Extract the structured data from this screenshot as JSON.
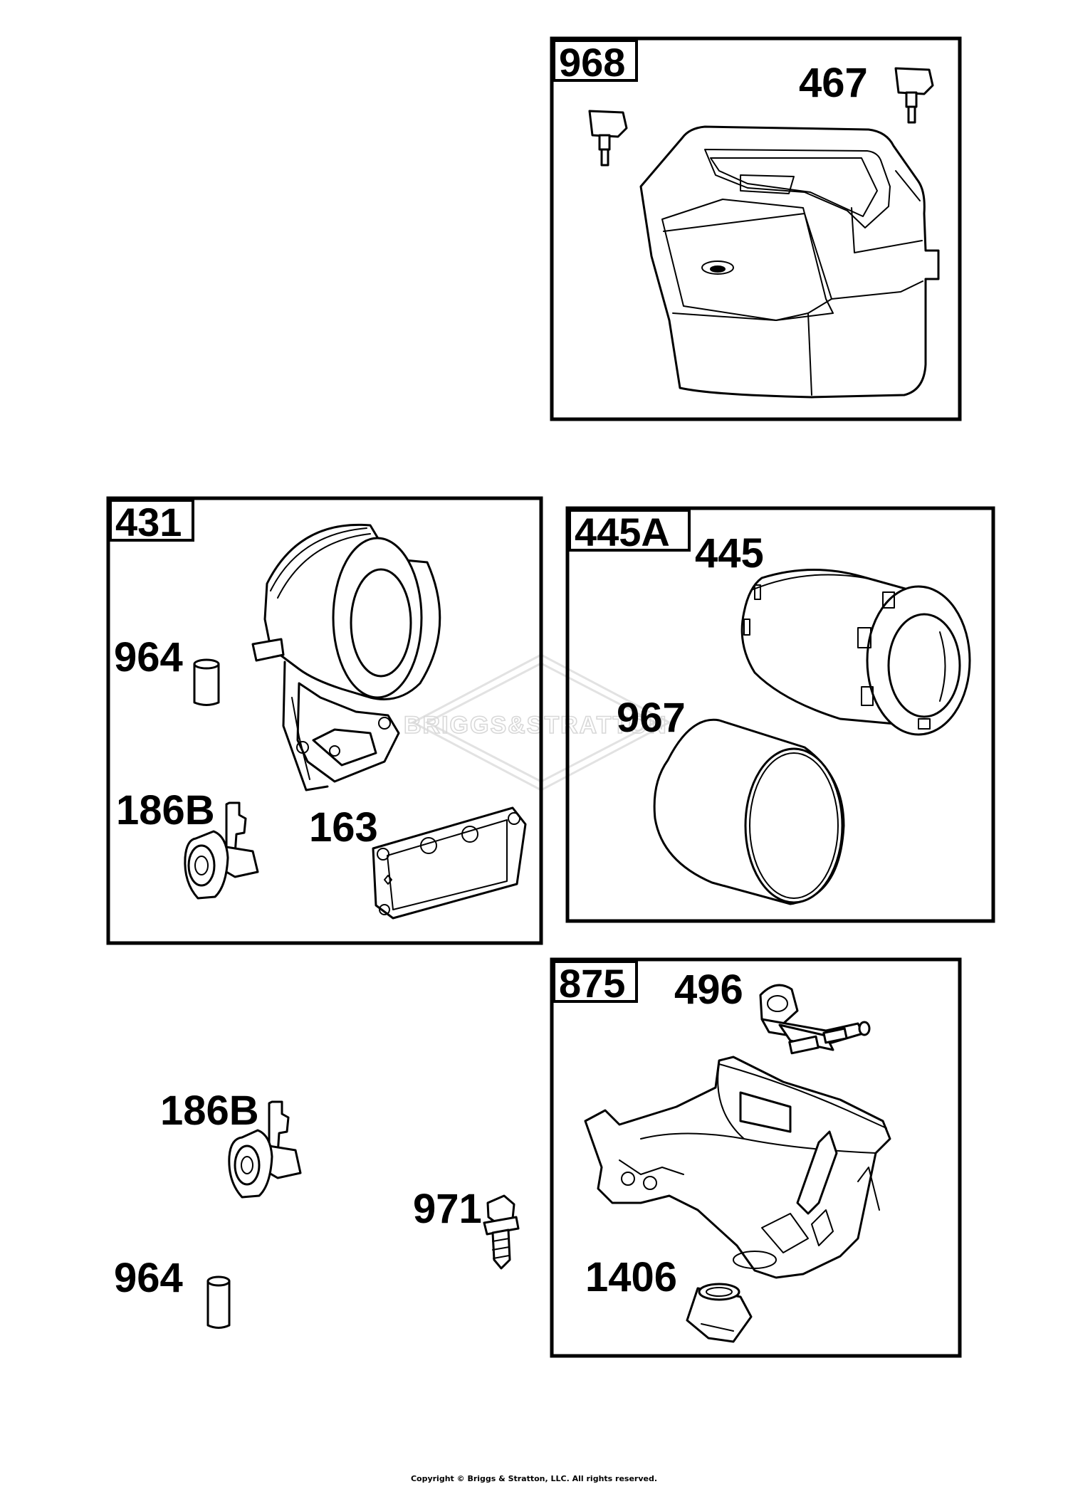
{
  "groups": {
    "g968": "968",
    "g431": "431",
    "g445a": "445A",
    "g875": "875"
  },
  "parts": {
    "p467": "467",
    "p964_top": "964",
    "p186b_top": "186B",
    "p163": "163",
    "p445": "445",
    "p967": "967",
    "p496": "496",
    "p1406": "1406",
    "p186b_loose": "186B",
    "p971": "971",
    "p964_loose": "964"
  },
  "watermark": {
    "text": "BRIGGS&STRATTON"
  },
  "footer": {
    "copyright": "Copyright © Briggs & Stratton, LLC. All rights reserved."
  }
}
